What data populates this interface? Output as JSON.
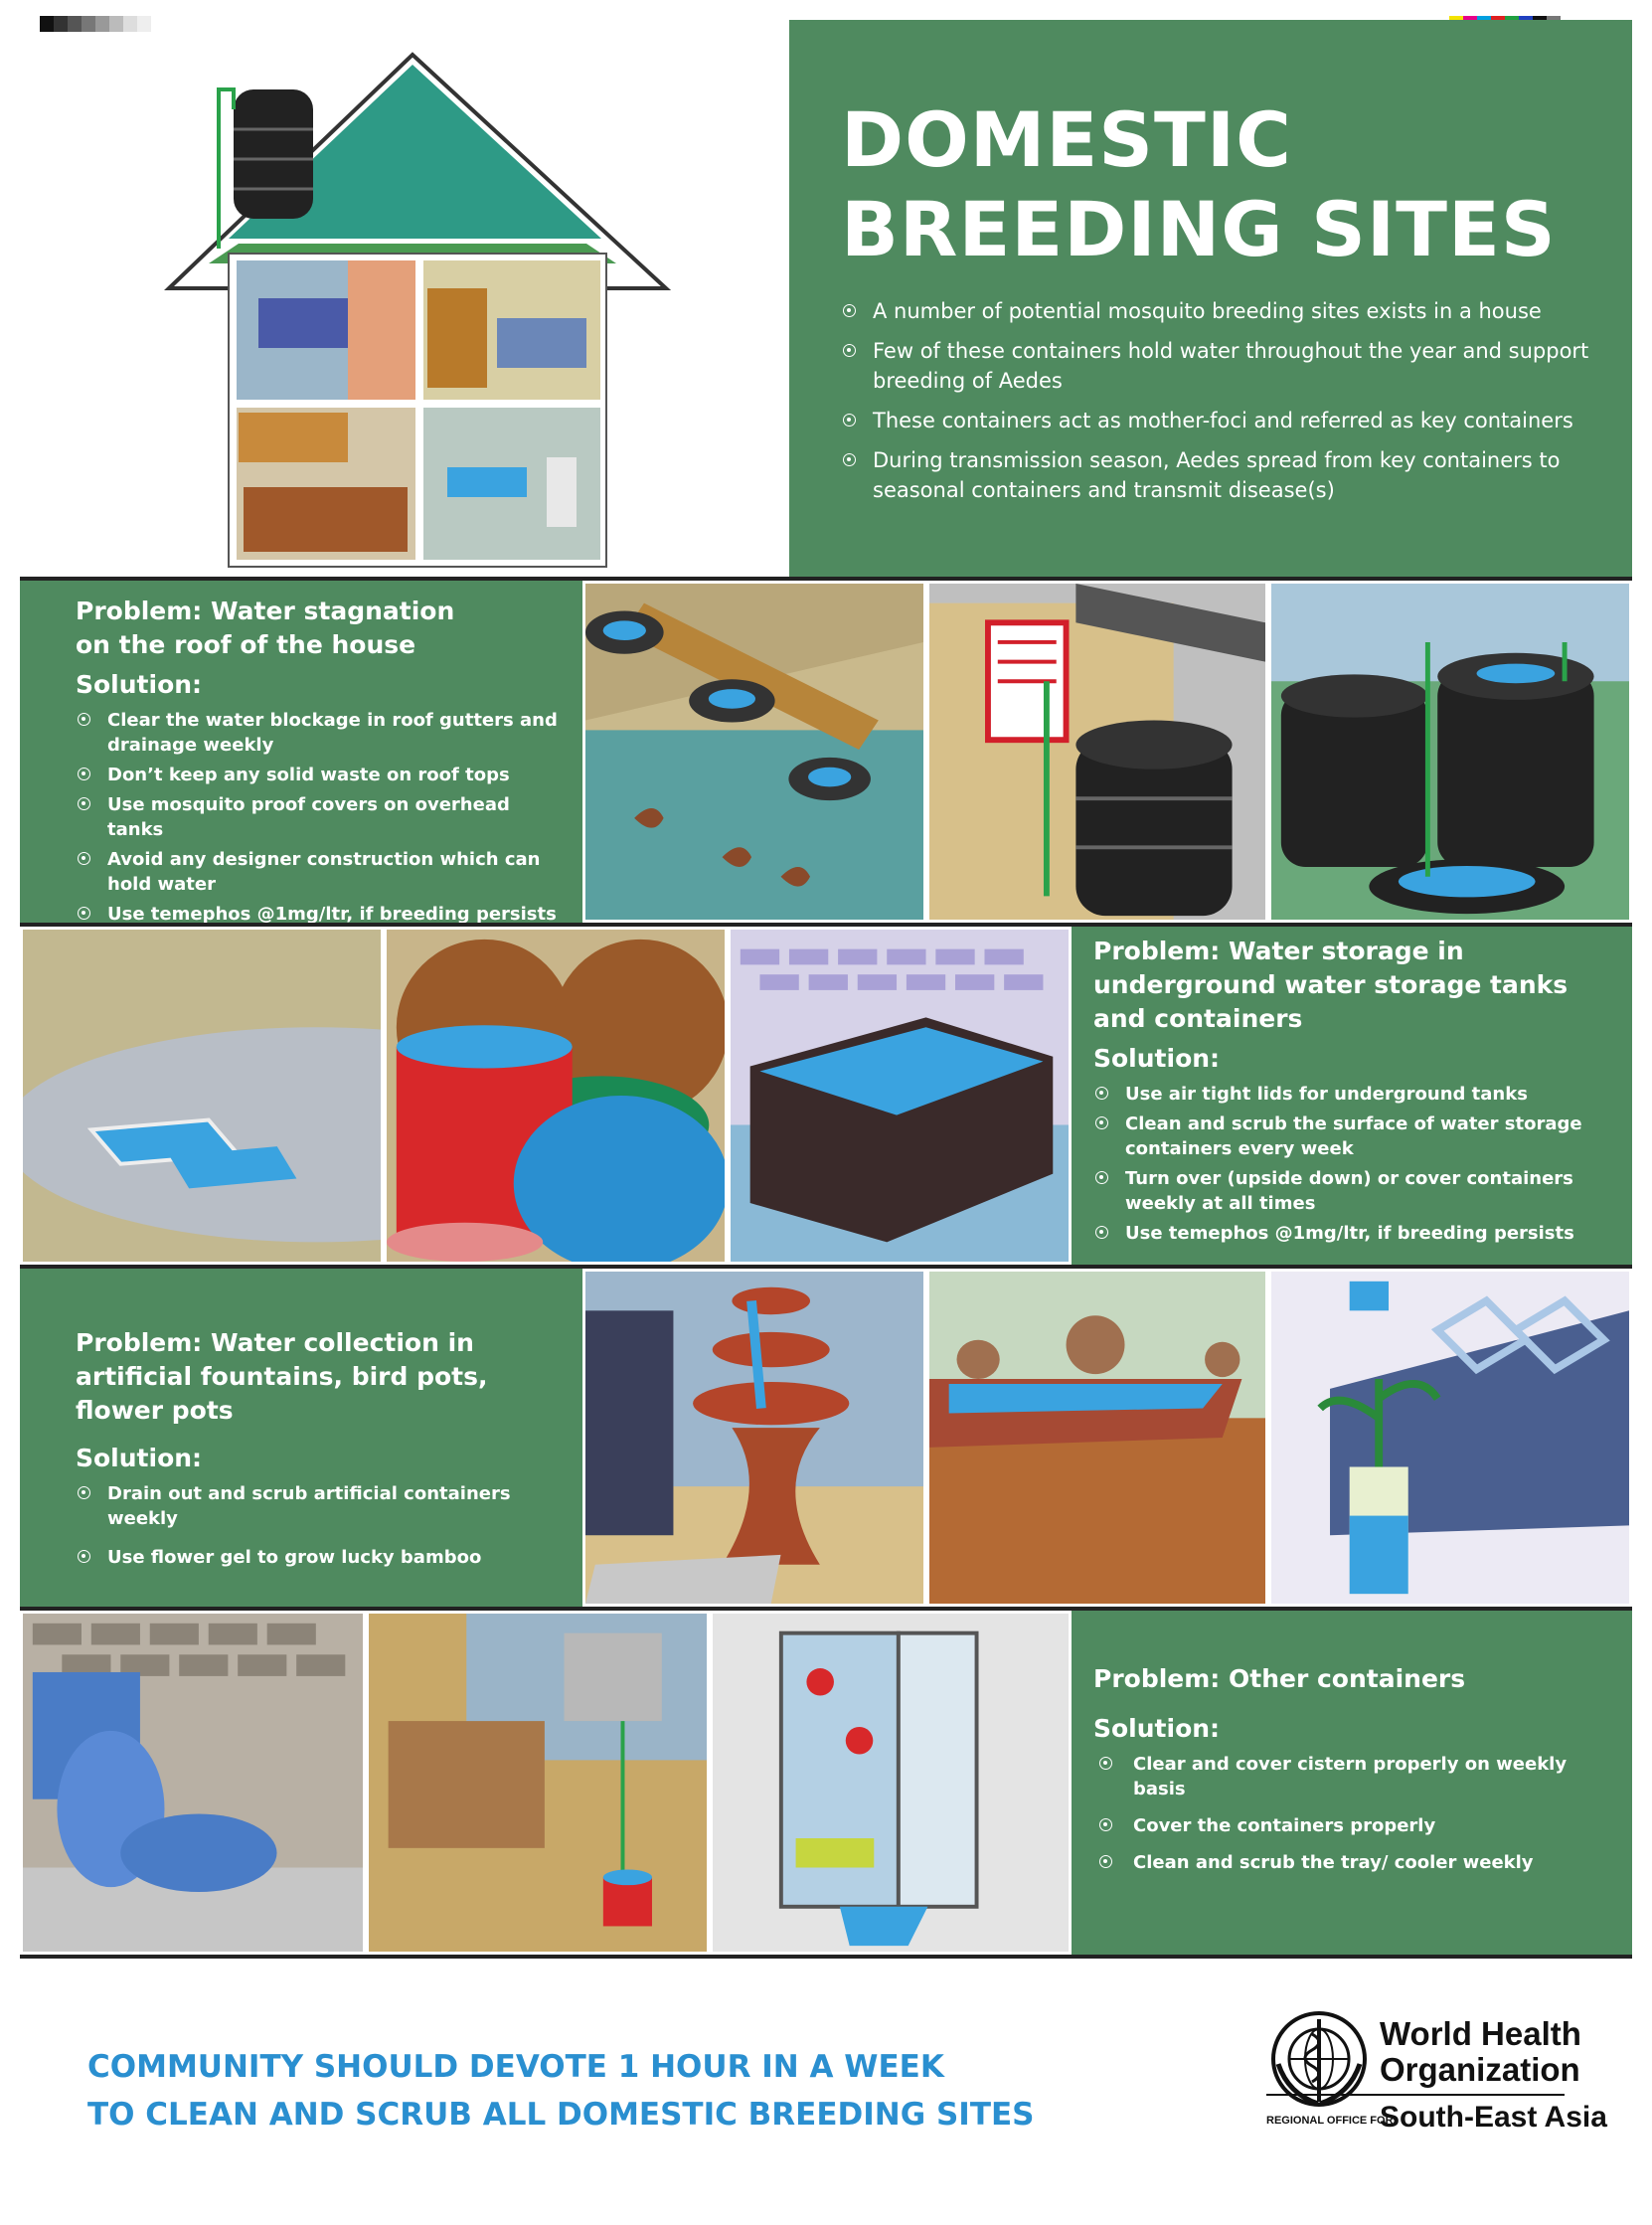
{
  "header": {
    "title_line1": "DOMESTIC",
    "title_line2": "BREEDING SITES",
    "intro_points": [
      "A number of potential mosquito breeding sites exists in a house",
      "Few of these containers hold water throughout the year and support breeding of Aedes",
      "These containers act as mother-foci and referred as key containers",
      "During transmission season, Aedes spread from key containers to seasonal containers and transmit disease(s)"
    ]
  },
  "sections": [
    {
      "problem": "Problem: Water stagnation on the roof of the house",
      "solution_label": "Solution:",
      "solutions": [
        "Clear the water blockage in roof gutters and drainage weekly",
        "Don’t keep any solid waste on roof tops",
        "Use mosquito proof covers on overhead tanks",
        "Avoid any designer construction which can hold water",
        "Use temephos @1mg/ltr, if breeding persists"
      ]
    },
    {
      "problem": "Problem: Water storage in underground water storage tanks and containers",
      "solution_label": "Solution:",
      "solutions": [
        "Use air tight lids for underground tanks",
        "Clean and scrub the surface of water storage containers every week",
        "Turn over (upside down) or  cover containers weekly at all times",
        "Use temephos @1mg/ltr, if breeding persists"
      ]
    },
    {
      "problem": "Problem: Water collection in artificial fountains, bird pots, flower pots",
      "solution_label": "Solution:",
      "solutions": [
        "Drain out and scrub artificial containers weekly",
        "Use flower gel to grow lucky bamboo"
      ]
    },
    {
      "problem": "Problem: Other containers",
      "solution_label": "Solution:",
      "solutions": [
        "Clear and cover cistern properly on weekly basis",
        "Cover the containers properly",
        "Clean and scrub the tray/ cooler weekly"
      ]
    }
  ],
  "footer": {
    "message_line1": "COMMUNITY SHOULD DEVOTE 1 HOUR IN A WEEK",
    "message_line2": "TO CLEAN AND SCRUB ALL DOMESTIC BREEDING SITES",
    "org_line1": "World Health",
    "org_line2": "Organization",
    "regional_prefix": "REGIONAL OFFICE FOR",
    "region": "South-East Asia"
  },
  "colors": {
    "panel_green": "#4f8a5f",
    "footer_blue": "#2a8fd0",
    "water_blue": "#3aa3e0"
  },
  "icons": [
    "who-emblem-icon",
    "bullet-circle-icon",
    "registration-mark-icon"
  ]
}
